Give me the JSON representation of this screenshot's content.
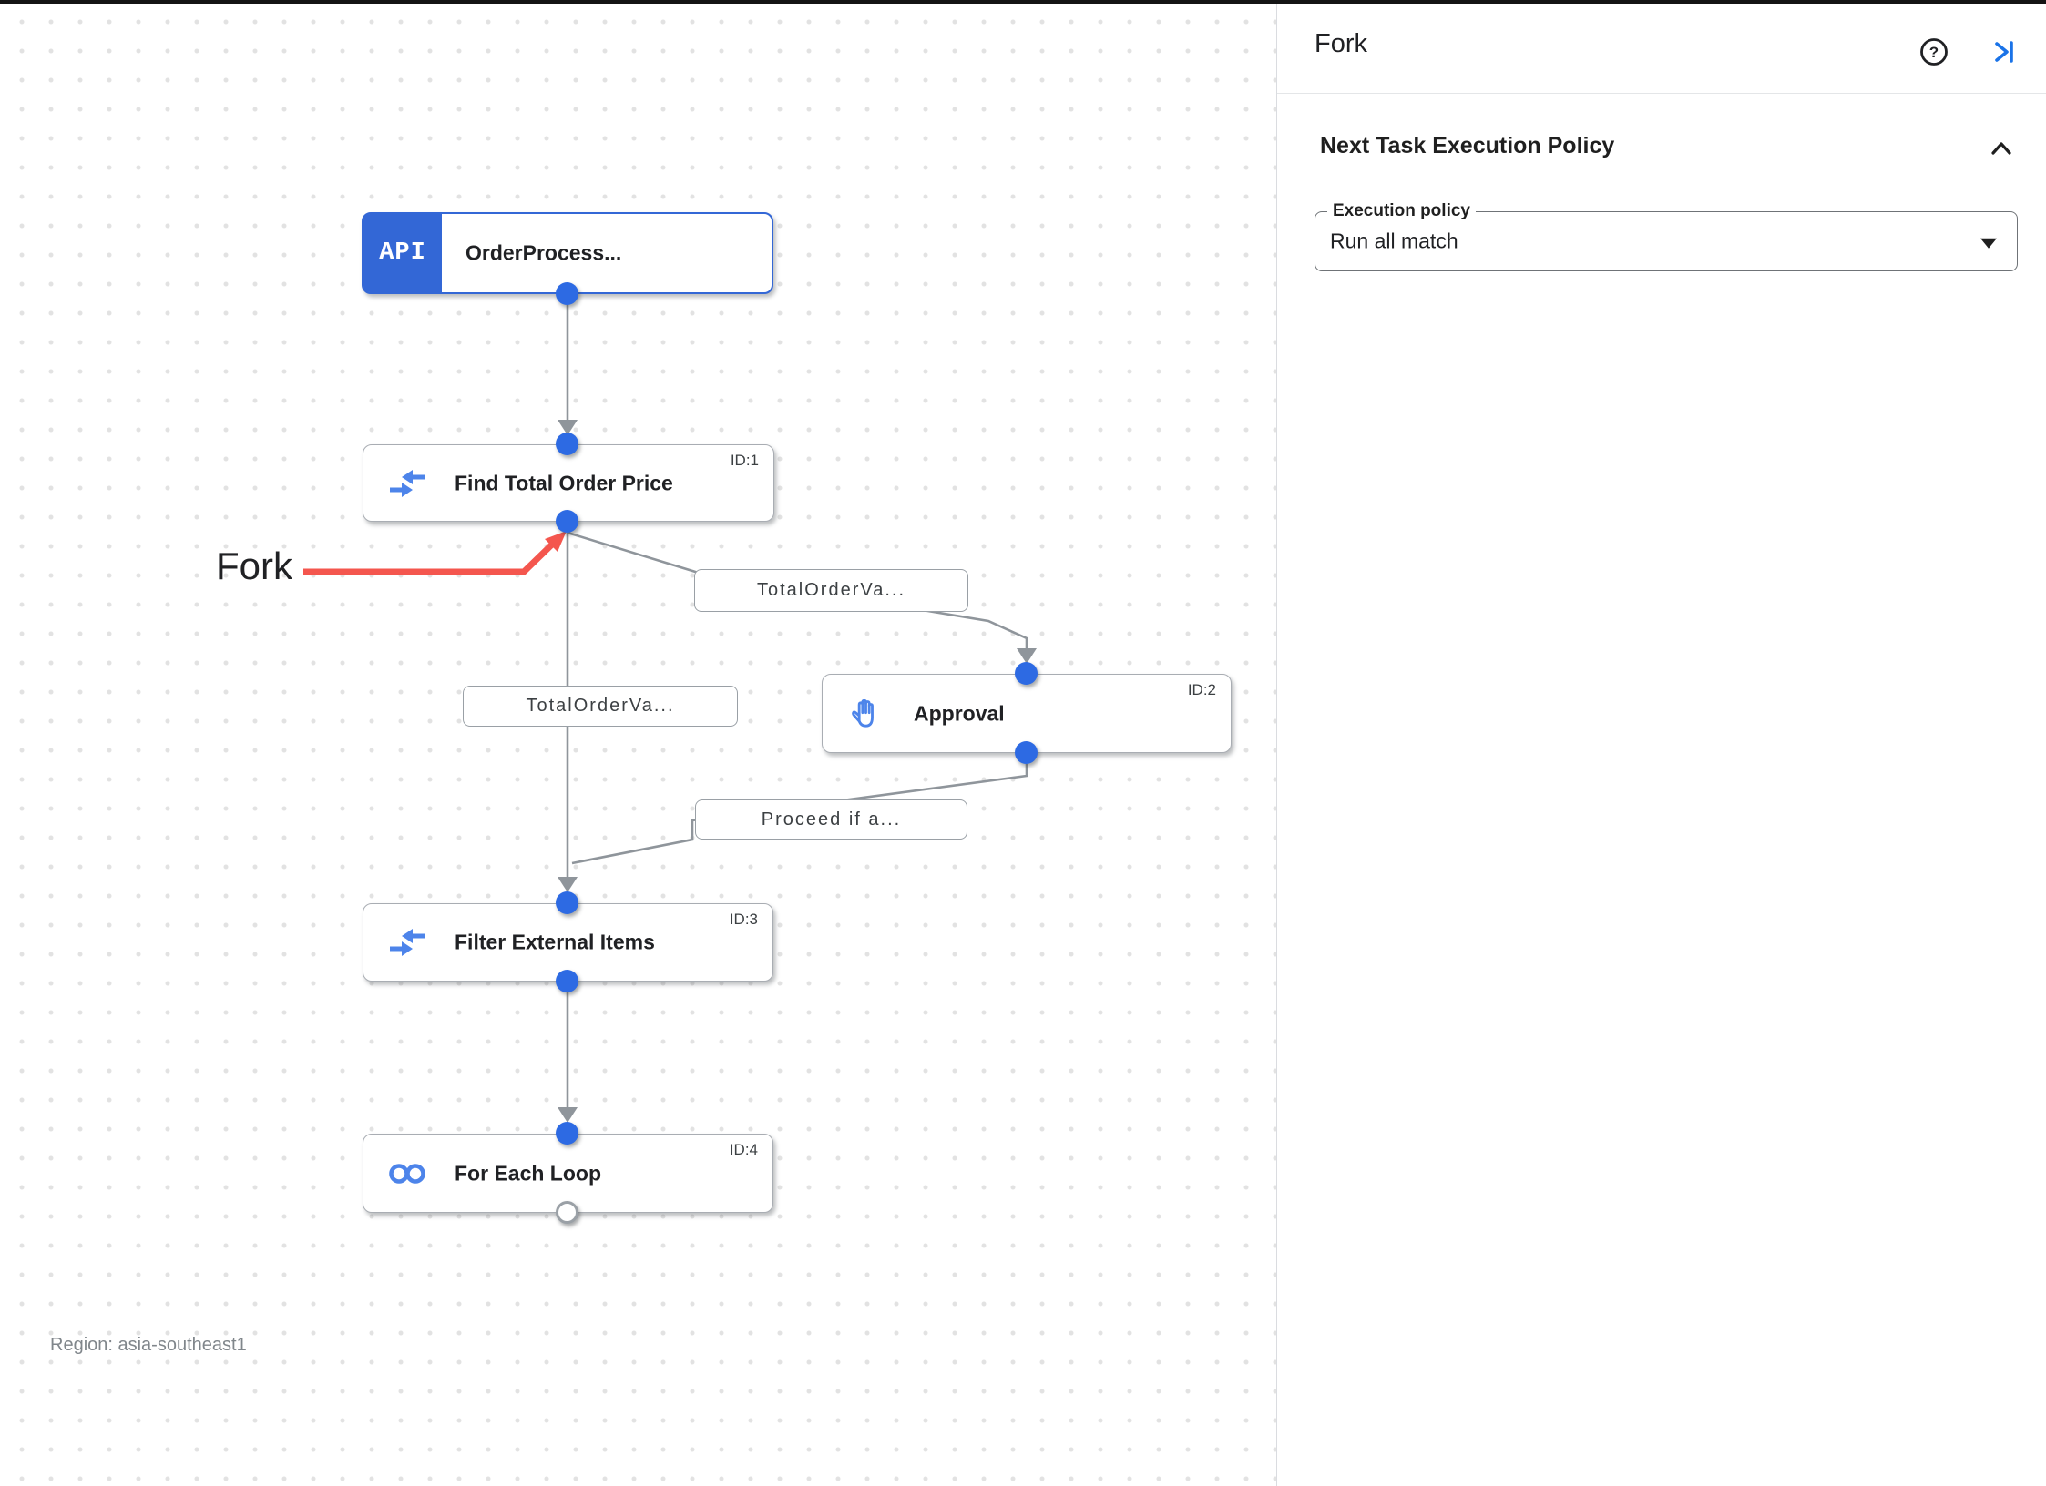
{
  "canvas": {
    "region_label": "Region: asia-southeast1",
    "nodes": [
      {
        "title": "OrderProcess...",
        "badge": "API",
        "id_label": "",
        "icon": "api-trigger"
      },
      {
        "title": "Find Total Order Price",
        "id_label": "ID:1",
        "icon": "data-mapping"
      },
      {
        "title": "Approval",
        "id_label": "ID:2",
        "icon": "approval-hand"
      },
      {
        "title": "Filter External Items",
        "id_label": "ID:3",
        "icon": "data-mapping"
      },
      {
        "title": "For Each Loop",
        "id_label": "ID:4",
        "icon": "for-each-loop"
      }
    ],
    "edge_labels": [
      "TotalOrderVa...",
      "TotalOrderVa...",
      "Proceed if a..."
    ]
  },
  "annotation": {
    "label": "Fork"
  },
  "panel": {
    "title": "Fork",
    "section": {
      "heading": "Next Task Execution Policy",
      "field_label": "Execution policy",
      "field_value": "Run all match"
    }
  },
  "colors": {
    "accent_blue": "#1a73e8",
    "trigger_blue": "#3367d6",
    "dot_blue": "#2d6ae3",
    "icon_blue": "#4d84ea",
    "edge_gray": "#8f959b",
    "border_gray": "#9aa0a6",
    "annotation_red": "#f4564e",
    "text_dark": "#202124",
    "text_gray": "#80868b"
  }
}
